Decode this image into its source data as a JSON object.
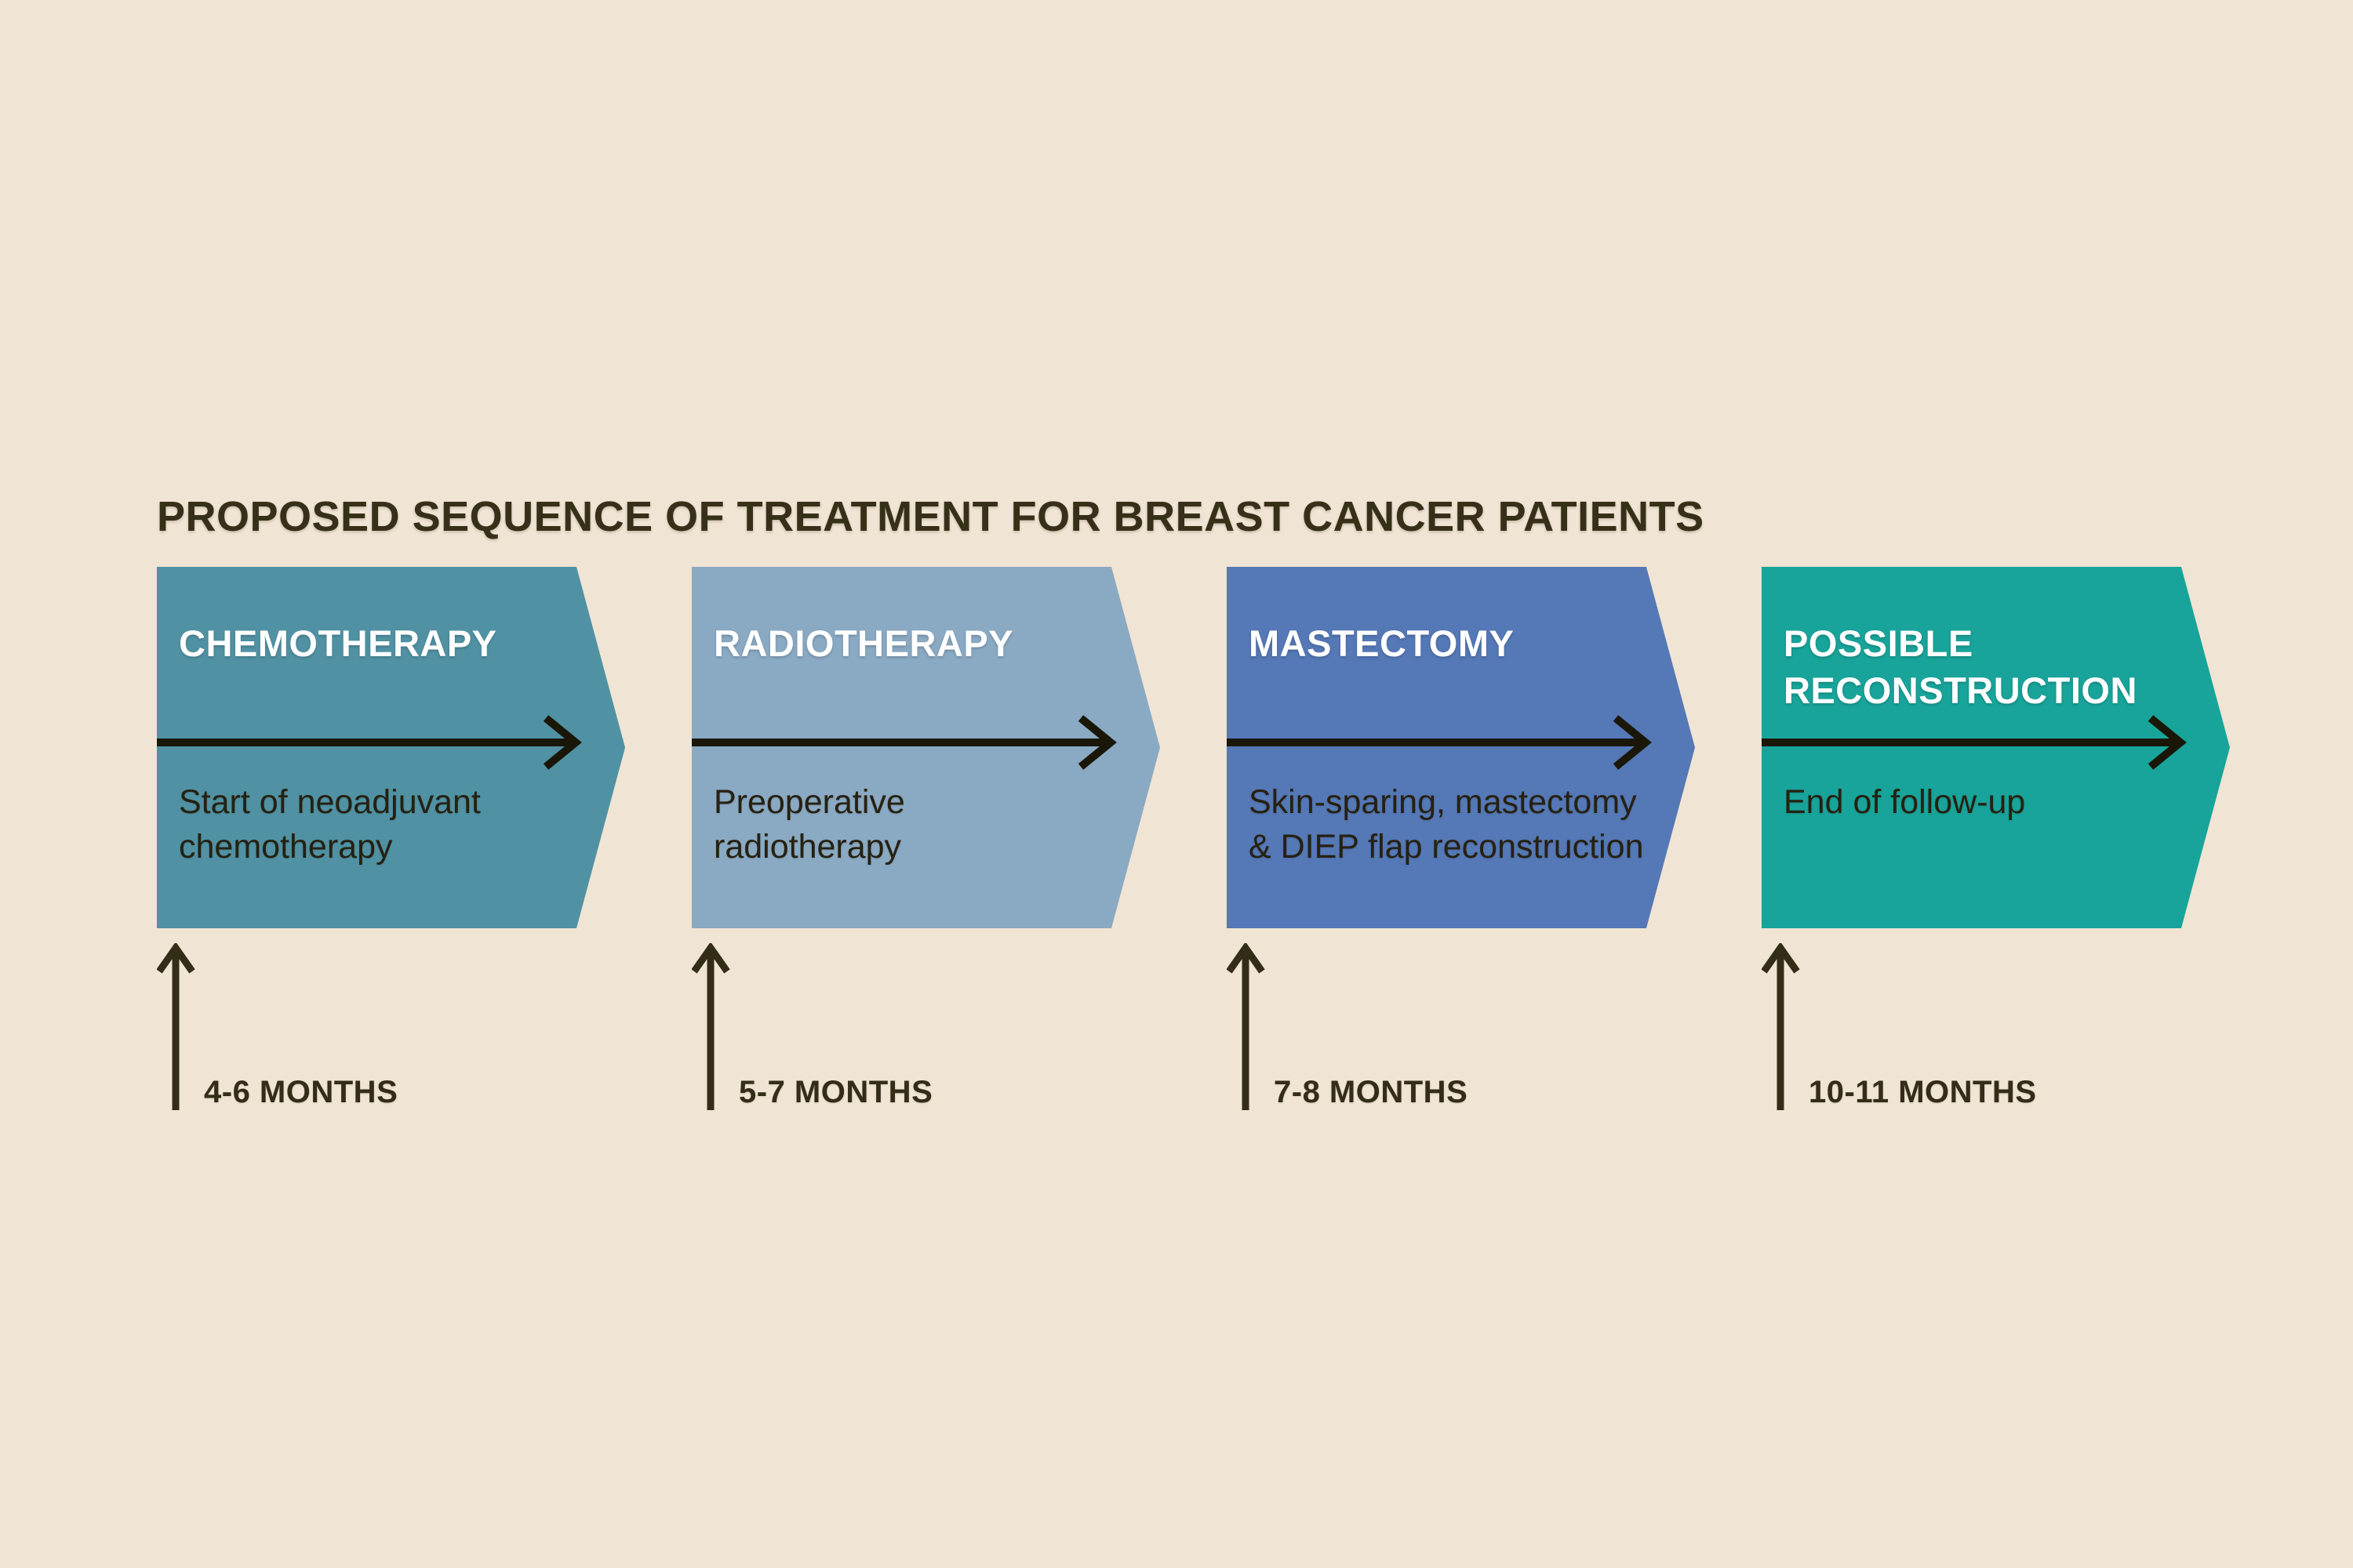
{
  "title": "PROPOSED SEQUENCE OF TREATMENT FOR BREAST CANCER PATIENTS",
  "background_color": "#F0E4D4",
  "title_color": "#373019",
  "icon_colors": {
    "timeline_arrow": "#1A1708",
    "up_arrow": "#332D18"
  },
  "stages": [
    {
      "label": "CHEMOTHERAPY",
      "description": "Start of neoadjuvant\nchemotherapy",
      "months": "4-6 MONTHS",
      "color": "#5092A4"
    },
    {
      "label": "RADIOTHERAPY",
      "description": "Preoperative\nradiotherapy",
      "months": "5-7 MONTHS",
      "color": "#8AA9C3"
    },
    {
      "label": "MASTECTOMY",
      "description": "Skin-sparing, mastectomy\n& DIEP flap reconstruction",
      "months": "7-8 MONTHS",
      "color": "#5578B6"
    },
    {
      "label": "POSSIBLE\nRECONSTRUCTION",
      "description": "End of follow-up",
      "months": "10-11 MONTHS",
      "color": "#18A49A"
    }
  ]
}
